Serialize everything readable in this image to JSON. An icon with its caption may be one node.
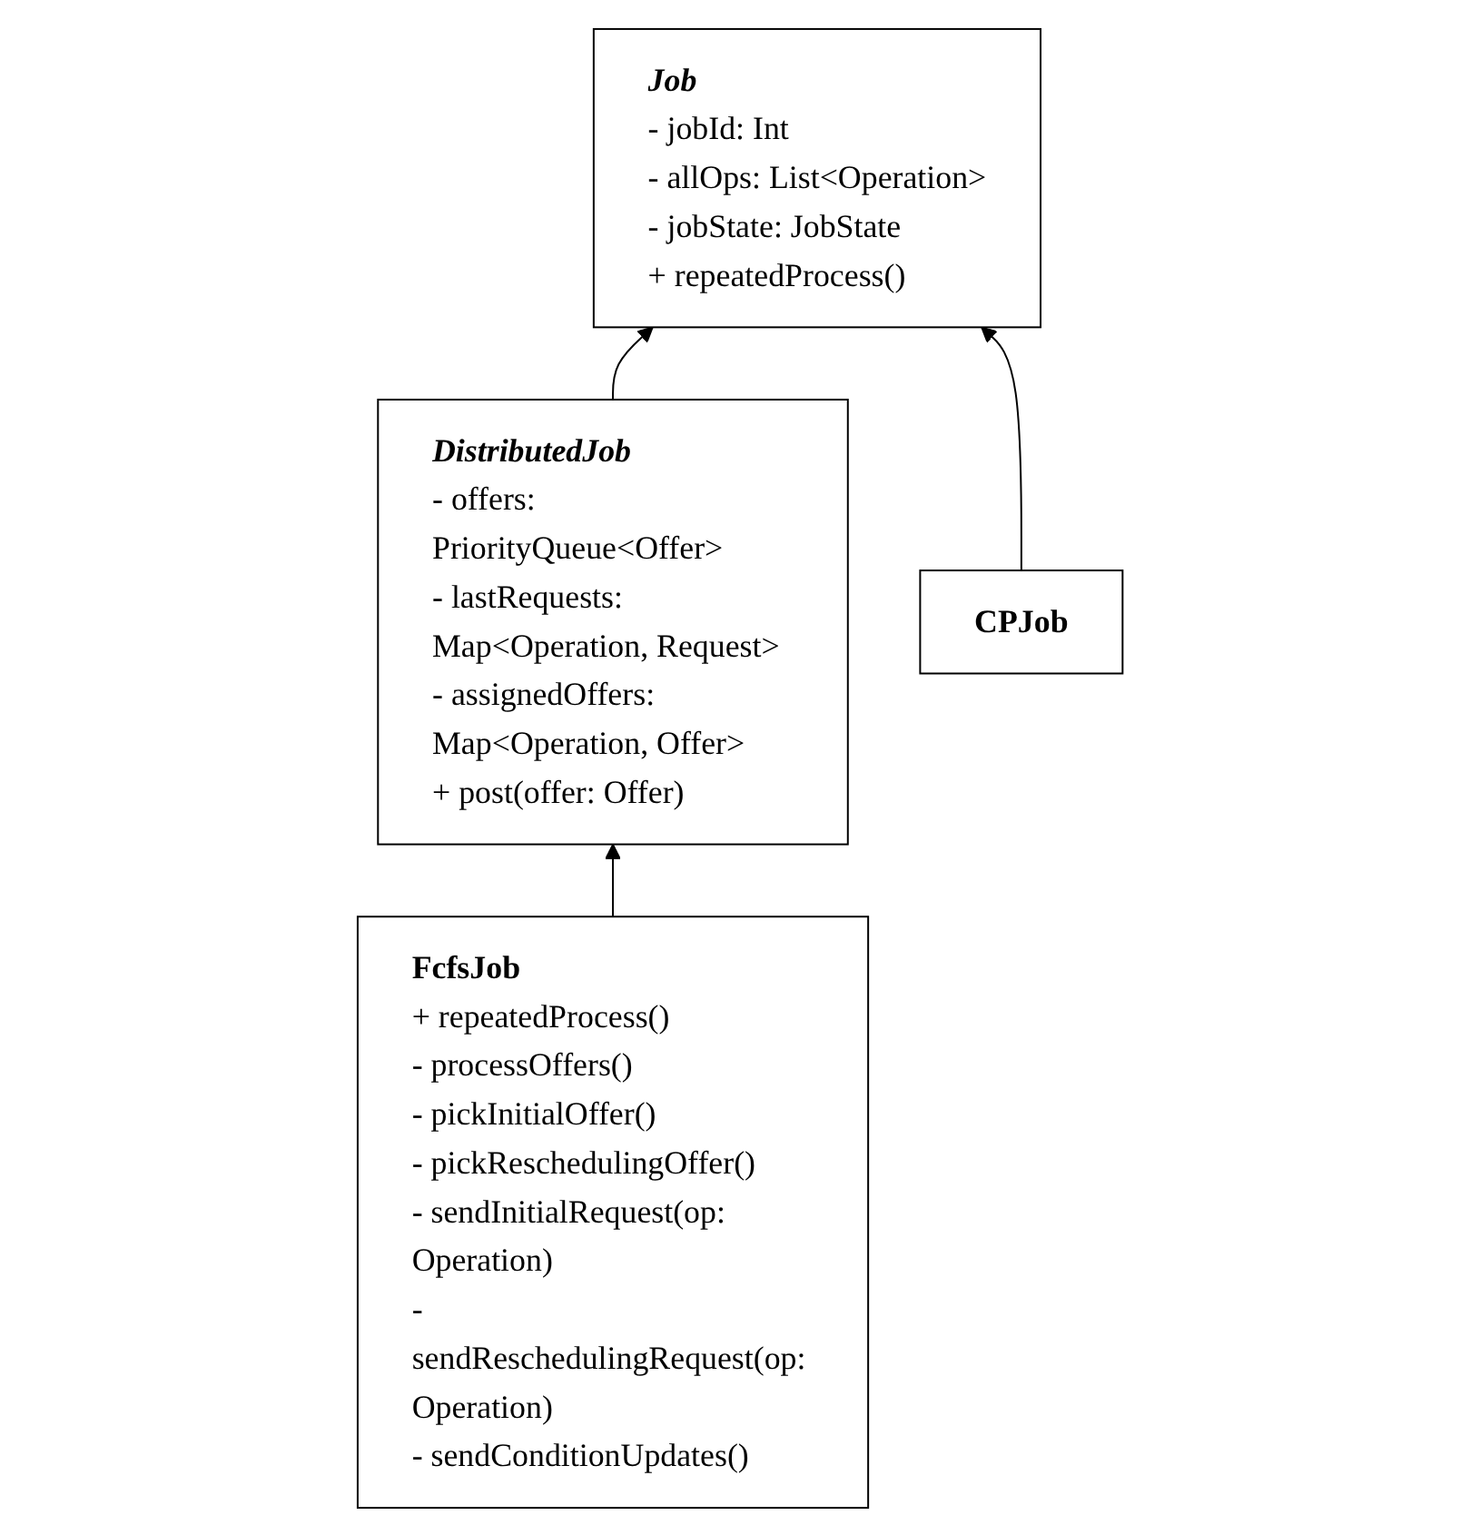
{
  "diagram": {
    "nodes": [
      {
        "text": [
          "Job",
          "- jobId: Int",
          "- allOps: List<Operation>",
          "- jobState: JobState",
          "+ repeatedProcess()"
        ]
      },
      {
        "text": [
          "DistributedJob",
          "- offers: PriorityQueue<Offer>",
          "- lastRequests: Map<Operation, Request>",
          "- assignedOffers: Map<Operation, Offer>",
          "+ post(offer: Offer)"
        ]
      },
      {
        "text": [
          "CPJob"
        ]
      },
      {
        "text": [
          "FcfsJob",
          "+ repeatedProcess()",
          "- processOffers()",
          "- pickInitialOffer()",
          "- pickReschedulingOffer()",
          "- sendInitialRequest(op: Operation)",
          "- sendReschedulingRequest(op: Operation)",
          "- sendConditionUpdates()"
        ]
      }
    ],
    "edges": [
      {
        "from": 1,
        "to": 0,
        "arrow": "to"
      },
      {
        "from": 2,
        "to": 0,
        "arrow": "to"
      },
      {
        "from": 3,
        "to": 1,
        "arrow": "to"
      }
    ]
  }
}
